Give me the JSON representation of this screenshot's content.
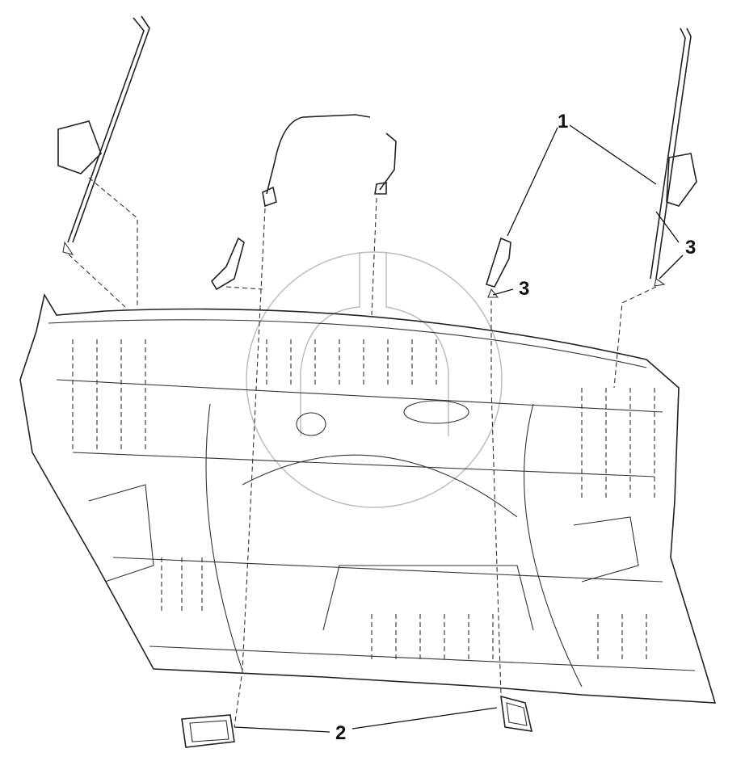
{
  "callouts": {
    "label_1": "1",
    "label_2": "2",
    "label_3a": "3",
    "label_3b": "3"
  }
}
